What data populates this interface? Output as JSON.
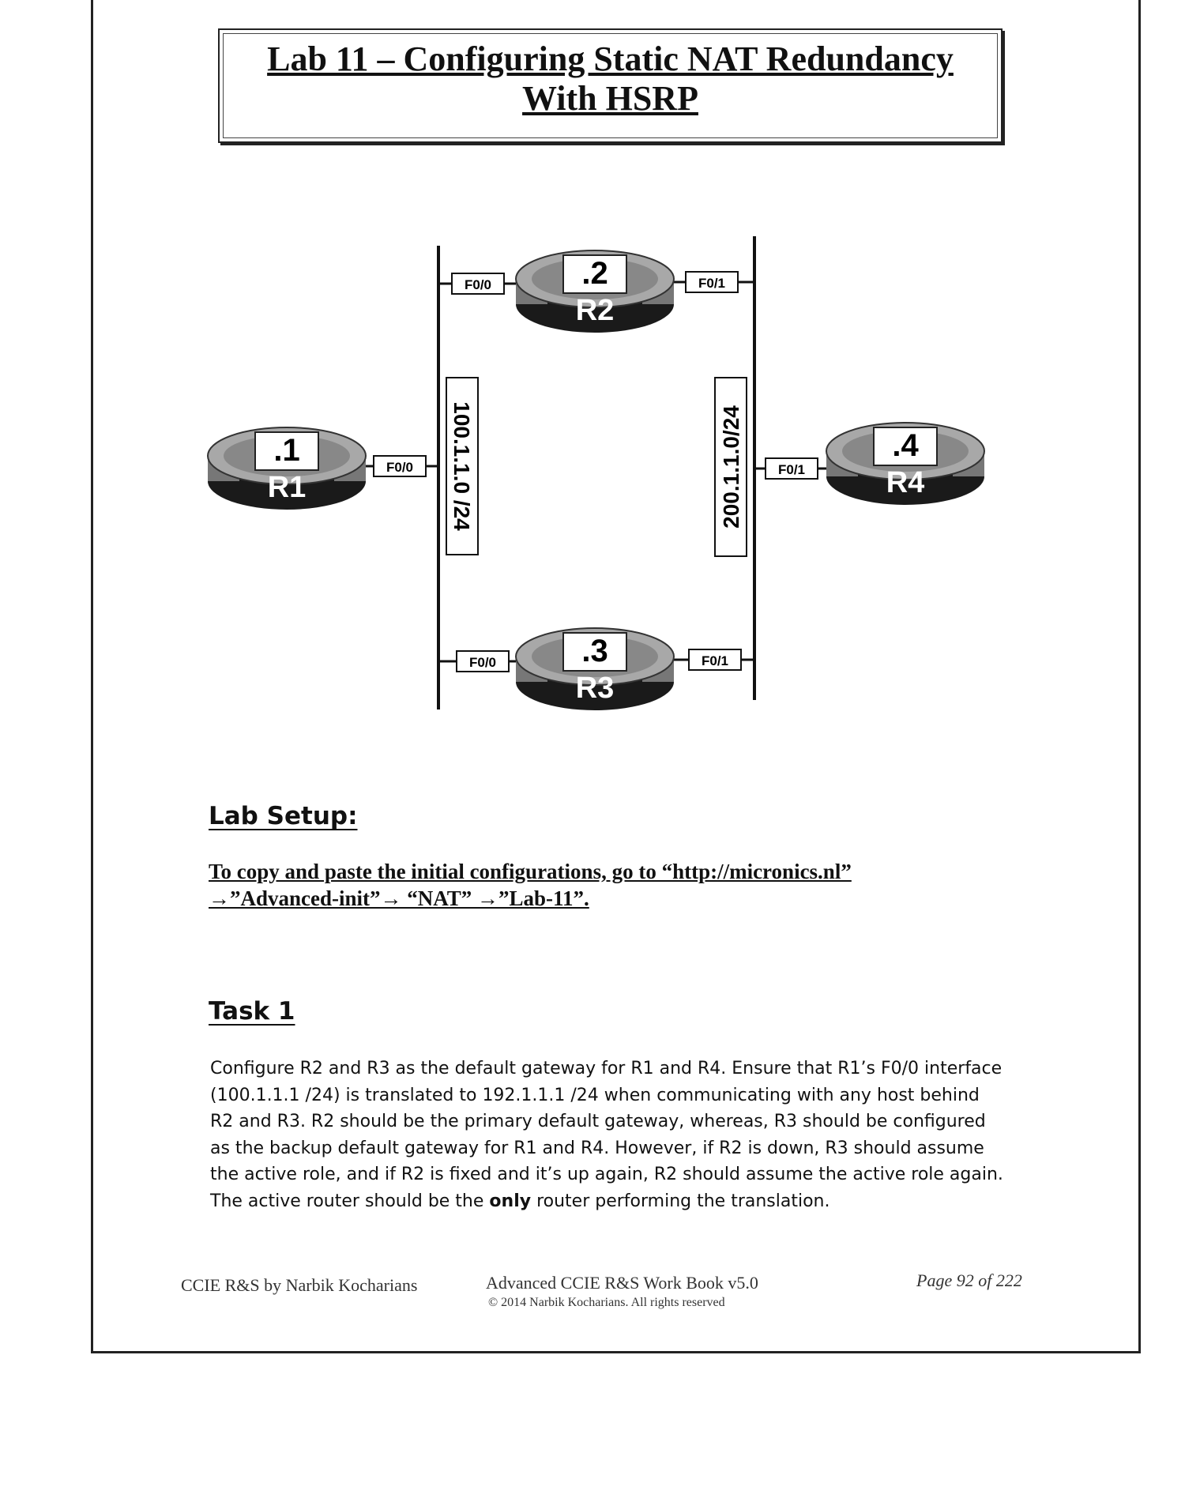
{
  "title": {
    "line1": "Lab 11 – Configuring Static NAT Redundancy",
    "line2": "With HSRP"
  },
  "diagram": {
    "routers": [
      {
        "name": "R1",
        "ip": ".1"
      },
      {
        "name": "R2",
        "ip": ".2"
      },
      {
        "name": "R3",
        "ip": ".3"
      },
      {
        "name": "R4",
        "ip": ".4"
      }
    ],
    "interfaces": {
      "r1_f00": "F0/0",
      "r2_f00": "F0/0",
      "r2_f01": "F0/1",
      "r3_f00": "F0/0",
      "r3_f01": "F0/1",
      "r4_f01": "F0/1"
    },
    "subnets": {
      "left": "100.1.1.0 /24",
      "right": "200.1.1.0/24"
    },
    "colors": {
      "router_body": "#8a8a8a",
      "router_band": "#1a1a1a"
    }
  },
  "lab_setup": {
    "heading": "Lab Setup:",
    "line1": "To copy and paste the initial configurations, go to “http://micronics.nl”",
    "line2": "→”Advanced-init”→ “NAT” →”Lab-11”."
  },
  "task1": {
    "heading": "Task 1",
    "text_before_bold": "Configure R2 and R3 as the default gateway for R1 and R4. Ensure that R1’s F0/0 interface (100.1.1.1 /24) is translated to 192.1.1.1 /24 when communicating with any host behind R2 and R3. R2 should be the primary default gateway, whereas, R3 should be configured as the backup default gateway for R1 and R4. However, if R2 is down, R3 should assume the active role, and if R2 is fixed and it’s up again, R2 should assume the active role again. The active router should be the ",
    "bold": "only",
    "text_after_bold": " router performing the translation."
  },
  "footer": {
    "left": "CCIE R&S by Narbik Kocharians",
    "center": "Advanced CCIE R&S Work Book v5.0",
    "copyright": "© 2014 Narbik Kocharians. All rights reserved",
    "page": "Page 92 of 222"
  }
}
